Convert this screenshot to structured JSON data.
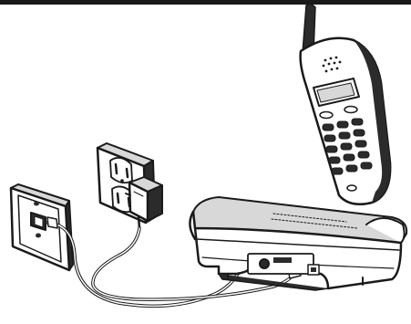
{
  "diagram": {
    "type": "installation-illustration",
    "components": [
      {
        "id": "phone-jack",
        "icon": "wall-phone-jack-icon"
      },
      {
        "id": "power-outlet",
        "icon": "wall-power-outlet-icon"
      },
      {
        "id": "ac-adapter",
        "icon": "ac-adapter-icon"
      },
      {
        "id": "base-unit",
        "icon": "phone-base-unit-icon"
      },
      {
        "id": "handset",
        "icon": "cordless-handset-icon"
      },
      {
        "id": "phone-line-cord",
        "icon": "phone-line-cord-icon"
      },
      {
        "id": "power-cord",
        "icon": "power-cord-icon"
      }
    ],
    "colors": {
      "line": "#1a1a1a",
      "fill_light": "#ffffff",
      "fill_mid": "#d8d8d8",
      "fill_dark": "#2b2b2b",
      "header_bar": "#1a1a1a"
    }
  }
}
